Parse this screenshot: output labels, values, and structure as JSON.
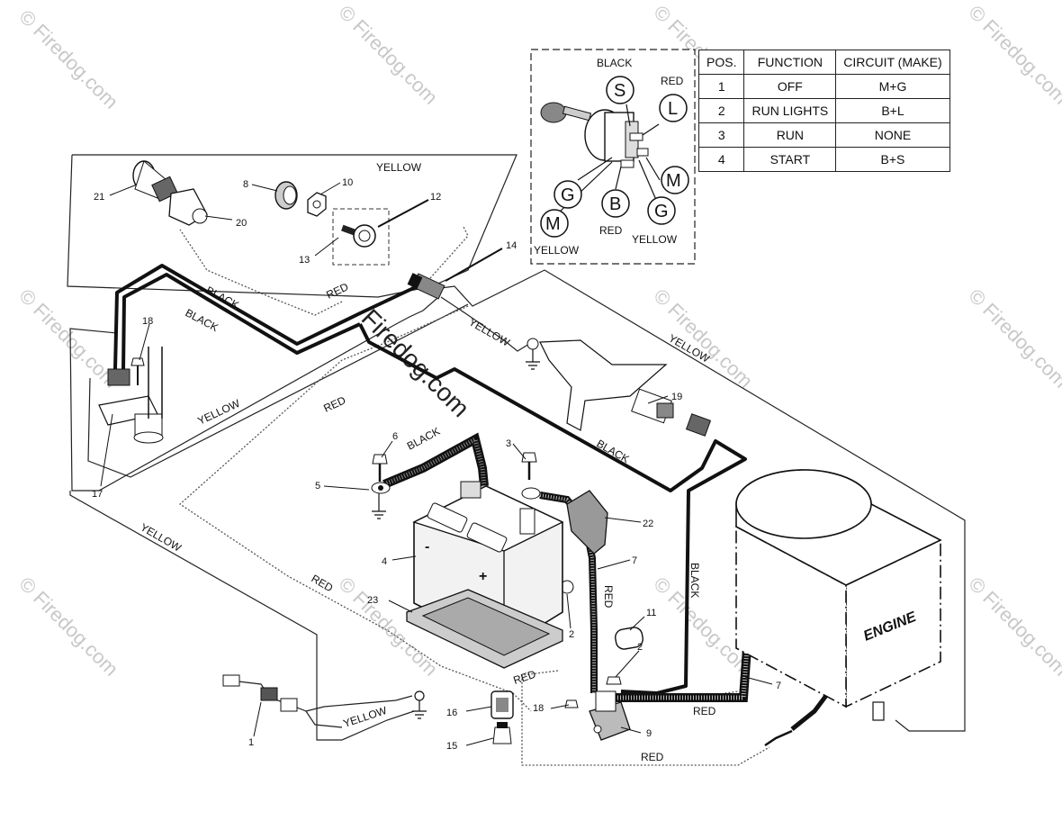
{
  "watermark": "© Firedog.com",
  "watermark_center": "Firedog.com",
  "wire_labels": {
    "yellow": "YELLOW",
    "black": "BLACK",
    "red": "RED"
  },
  "switch_pin_labels": {
    "s": "S",
    "l": "L",
    "g": "G",
    "b": "B",
    "m": "M"
  },
  "switch_table": {
    "headers": [
      "POS.",
      "FUNCTION",
      "CIRCUIT  (MAKE)"
    ],
    "rows": [
      [
        "1",
        "OFF",
        "M+G"
      ],
      [
        "2",
        "RUN LIGHTS",
        "B+L"
      ],
      [
        "3",
        "RUN",
        "NONE"
      ],
      [
        "4",
        "START",
        "B+S"
      ]
    ]
  },
  "engine_label": "ENGINE",
  "battery_marks": {
    "neg": "-",
    "pos": "+"
  },
  "callouts": {
    "c1": "1",
    "c2": "2",
    "c3": "3",
    "c4": "4",
    "c5": "5",
    "c6": "6",
    "c7": "7",
    "c8": "8",
    "c9": "9",
    "c10": "10",
    "c11": "11",
    "c12": "12",
    "c13": "13",
    "c14": "14",
    "c15": "15",
    "c16": "16",
    "c17": "17",
    "c18": "18",
    "c19": "19",
    "c20": "20",
    "c21": "21",
    "c22": "22",
    "c23": "23"
  }
}
